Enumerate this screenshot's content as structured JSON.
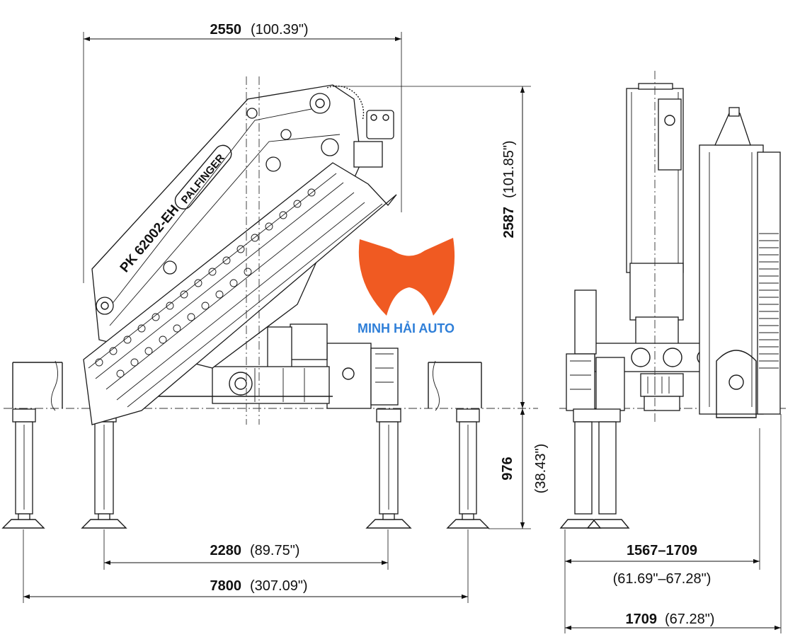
{
  "dimensions": {
    "top_width": {
      "value": "2550",
      "inches": "(100.39\")"
    },
    "height": {
      "value": "2587",
      "inches": "(101.85\")"
    },
    "below_ground": {
      "value": "976",
      "inches": "(38.43\")"
    },
    "outrigger_inner": {
      "value": "2280",
      "inches": "(89.75\")"
    },
    "outrigger_total": {
      "value": "7800",
      "inches": "(307.09\")"
    },
    "side_range": {
      "value": "1567–1709",
      "inches": "(61.69\"–67.28\")"
    },
    "side_width": {
      "value": "1709",
      "inches": "(67.28\")"
    }
  },
  "crane": {
    "model": "PK 62002-EH",
    "brand": "PALFINGER"
  },
  "watermark": {
    "text": "MINH HẢI AUTO",
    "logo_color": "#f05a22",
    "text_color": "#2f7fd8"
  }
}
